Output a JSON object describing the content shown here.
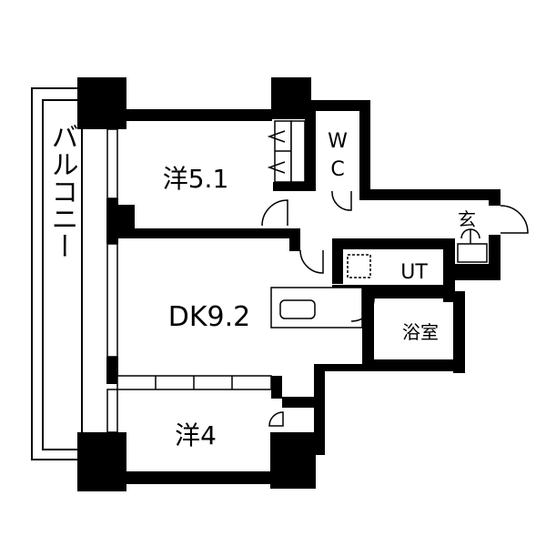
{
  "floorplan": {
    "rooms": {
      "western_room_1": "洋5.1",
      "western_room_2": "洋4",
      "dining_kitchen": "DK9.2",
      "utility": "UT",
      "bathroom": "浴室",
      "entrance": "玄",
      "toilet_w": "W",
      "toilet_c": "C",
      "balcony": "バルコニー"
    },
    "colors": {
      "wall": "#000000",
      "background": "#ffffff"
    }
  }
}
